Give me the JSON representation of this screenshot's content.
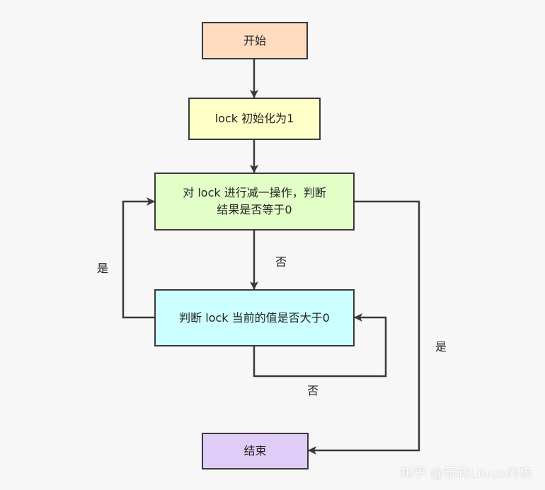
{
  "colors": {
    "start_fill": "#ffdcc0",
    "init_fill": "#ffffc8",
    "decrement_fill": "#e3ffc8",
    "check_fill": "#ccffff",
    "end_fill": "#e0cdf7",
    "stroke": "#3a3a3a",
    "background": "#f7f7f7"
  },
  "nodes": {
    "start": "开始",
    "init_lock": "lock 初始化为1",
    "decrement_check": "对 lock 进行减一操作，判断\n结果是否等于0",
    "value_check": "判断 lock 当前的值是否大于0",
    "end": "结束"
  },
  "edge_labels": {
    "decrement_no": "否",
    "decrement_yes": "是",
    "value_yes": "是",
    "value_no": "否"
  },
  "watermark": "知乎 @玩转Linux内核"
}
